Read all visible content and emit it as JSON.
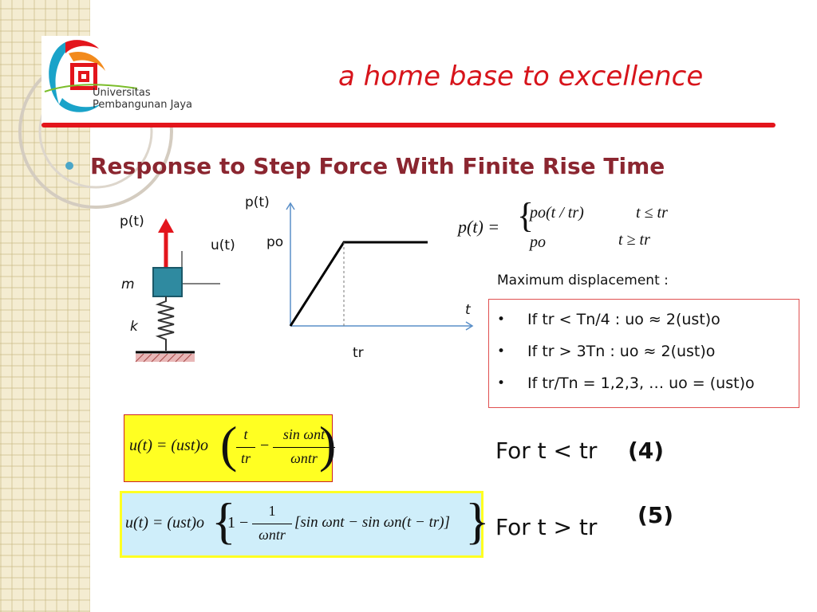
{
  "header": {
    "logo_line1": "Universitas",
    "logo_line2": "Pembangunan Jaya",
    "tagline": "a home base to excellence",
    "colors": {
      "red": "#e3151c",
      "title": "#8b2630",
      "teal": "#1aa3c9"
    }
  },
  "slide": {
    "title": "Response to Step Force With Finite Rise Time"
  },
  "system_diagram": {
    "force_label": "p(t)",
    "disp_label": "u(t)",
    "mass_label": "m",
    "spring_label": "k"
  },
  "load_graph": {
    "y_label": "p(t)",
    "level_label": "po",
    "x_label": "t",
    "tick_label": "tr"
  },
  "piecewise": {
    "lhs": "p(t) =",
    "case1_expr": "po(t / tr)",
    "case1_cond": "t ≤ tr",
    "case2_expr": "po",
    "case2_cond": "t ≥ tr"
  },
  "max_disp": {
    "heading": "Maximum displacement :",
    "items": [
      "If tr < Tn/4 : uo ≈ 2(ust)o",
      "If tr > 3Tn : uo ≈ 2(ust)o",
      "If tr/Tn = 1,2,3, … uo = (ust)o"
    ]
  },
  "equations": {
    "eq4_lhs": "u(t) = (ust)o",
    "eq4_frac1_num": "t",
    "eq4_frac1_den": "tr",
    "eq4_frac2_num": "sin ωnt",
    "eq4_frac2_den": "ωntr",
    "eq5_lhs": "u(t) = (ust)o",
    "eq5_one": "1 −",
    "eq5_frac_num": "1",
    "eq5_frac_den": "ωntr",
    "eq5_bracket": "[sin ωnt − sin ωn(t − tr)]",
    "eq4_condition": "For t < tr",
    "eq4_number": "(4)",
    "eq5_condition": "For t > tr",
    "eq5_number": "(5)"
  }
}
